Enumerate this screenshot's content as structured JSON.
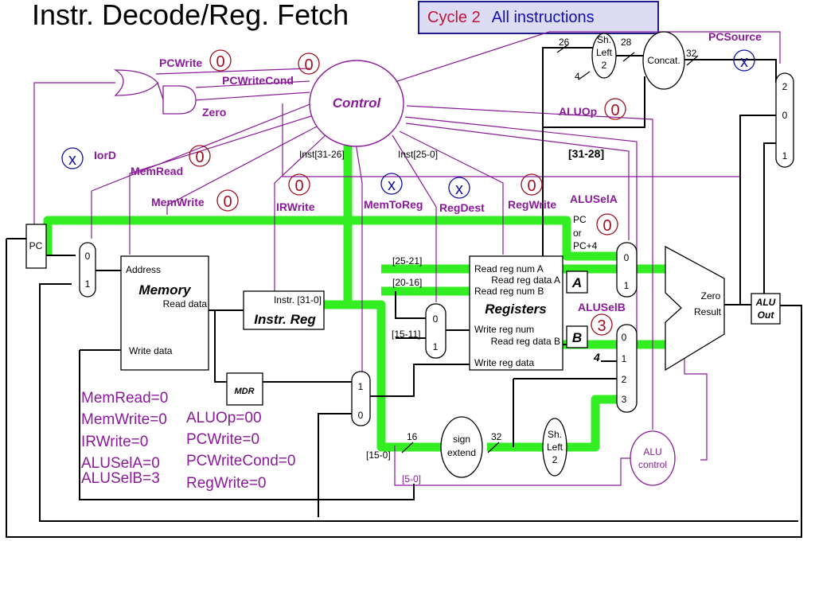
{
  "title": "Instr. Decode/Reg. Fetch",
  "cycle": {
    "label": "Cycle 2",
    "desc": "All instructions"
  },
  "units": {
    "control": "Control",
    "pc": "PC",
    "memory": {
      "title": "Memory",
      "address": "Address",
      "read_data": "Read data",
      "write_data": "Write data"
    },
    "instr_reg": {
      "title": "Instr. Reg",
      "field": "Instr. [31-0]"
    },
    "mdr": "MDR",
    "registers": {
      "title": "Registers",
      "rr1": "Read reg num A",
      "rda": "Read reg data A",
      "rr2": "Read reg num B",
      "wrn": "Write reg num",
      "rdb": "Read reg data B",
      "wrd": "Write reg data"
    },
    "reg_a": "A",
    "reg_b": "B",
    "alu": {
      "zero": "Zero",
      "result": "Result"
    },
    "alu_out": {
      "line1": "ALU",
      "line2": "Out"
    },
    "alu_control": {
      "line1": "ALU",
      "line2": "control"
    },
    "sign_extend": {
      "line1": "sign",
      "line2": "extend"
    },
    "shift_left_top": {
      "line1": "Sh.",
      "line2": "Left",
      "line3": "2"
    },
    "shift_left_bottom": {
      "line1": "Sh.",
      "line2": "Left",
      "line3": "2"
    },
    "concat": "Concat."
  },
  "signals": {
    "pcwrite": {
      "name": "PCWrite",
      "value": "0"
    },
    "pcwritecond": {
      "name": "PCWriteCond",
      "value": "0"
    },
    "zero": "Zero",
    "iord": {
      "name": "IorD",
      "value": "x"
    },
    "memread": {
      "name": "MemRead",
      "value": "0"
    },
    "memwrite": {
      "name": "MemWrite",
      "value": "0"
    },
    "irwrite": {
      "name": "IRWrite",
      "value": "0"
    },
    "memtoreg": {
      "name": "MemToReg",
      "value": "x"
    },
    "regdest": {
      "name": "RegDest",
      "value": "x"
    },
    "regwrite": {
      "name": "RegWrite",
      "value": "0"
    },
    "aluop": {
      "name": "ALUOp",
      "value": "0"
    },
    "alusela": {
      "name": "ALUSelA",
      "value": "0"
    },
    "aluselb": {
      "name": "ALUSelB",
      "value": "3"
    },
    "pcsource": {
      "name": "PCSource",
      "value": "x"
    }
  },
  "wire_labels": {
    "inst_31_26": "Inst[31-26]",
    "inst_25_0": "Inst[25-0]",
    "bits_31_28": "[31-28]",
    "b25_21": "[25-21]",
    "b20_16": "[20-16]",
    "b15_11": "[15-11]",
    "b15_0": "[15-0]",
    "b5_0": "[5-0]",
    "w26": "26",
    "w28": "28",
    "w32a": "32",
    "w4a": "4",
    "w16": "16",
    "w32b": "32",
    "four": "4",
    "pc_or": {
      "line1": "PC",
      "line2": "or",
      "line3": "PC+4"
    }
  },
  "mux_labels": {
    "pc_mux": [
      "0",
      "1"
    ],
    "regdest_mux": [
      "0",
      "1"
    ],
    "memtoreg_mux": [
      "1",
      "0"
    ],
    "alusela_mux": [
      "0",
      "1"
    ],
    "aluselb_mux": [
      "0",
      "1",
      "2",
      "3"
    ],
    "pcsource_mux": [
      "2",
      "0",
      "1"
    ]
  },
  "summary_left": [
    "MemRead=0",
    "MemWrite=0",
    "IRWrite=0",
    "ALUSelA=0",
    "ALUSelB=3"
  ],
  "summary_right": [
    "ALUOp=00",
    "PCWrite=0",
    "PCWriteCond=0",
    "RegWrite=0"
  ],
  "colors": {
    "control_line": "#8a1a9a",
    "datapath_highlight": "#33ee22",
    "value_marker_zero": "#a01020",
    "value_marker_x": "#1010a0",
    "cycle_box": "#dcdcf2"
  }
}
